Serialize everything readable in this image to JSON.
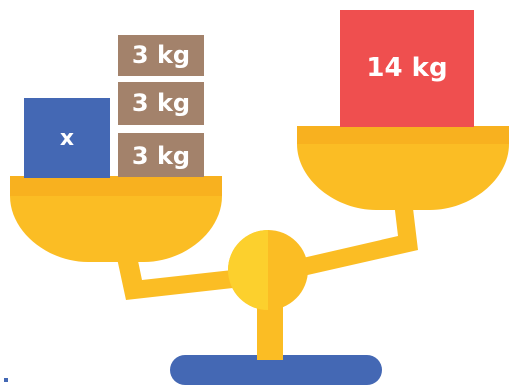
{
  "left_pan": {
    "unknown_block": {
      "label": "x",
      "color": "#4468b4"
    },
    "weights": [
      {
        "label": "3 kg",
        "color": "#a3826b"
      },
      {
        "label": "3 kg",
        "color": "#a3826b"
      },
      {
        "label": "3 kg",
        "color": "#a3826b"
      }
    ]
  },
  "right_pan": {
    "weight": {
      "label": "14 kg",
      "color": "#ef4f4f"
    }
  },
  "colors": {
    "scale_yellow": "#fbbd24",
    "scale_dark_yellow": "#f5a81b",
    "pivot_yellow": "#fcd02d",
    "base_blue": "#4468b4"
  }
}
